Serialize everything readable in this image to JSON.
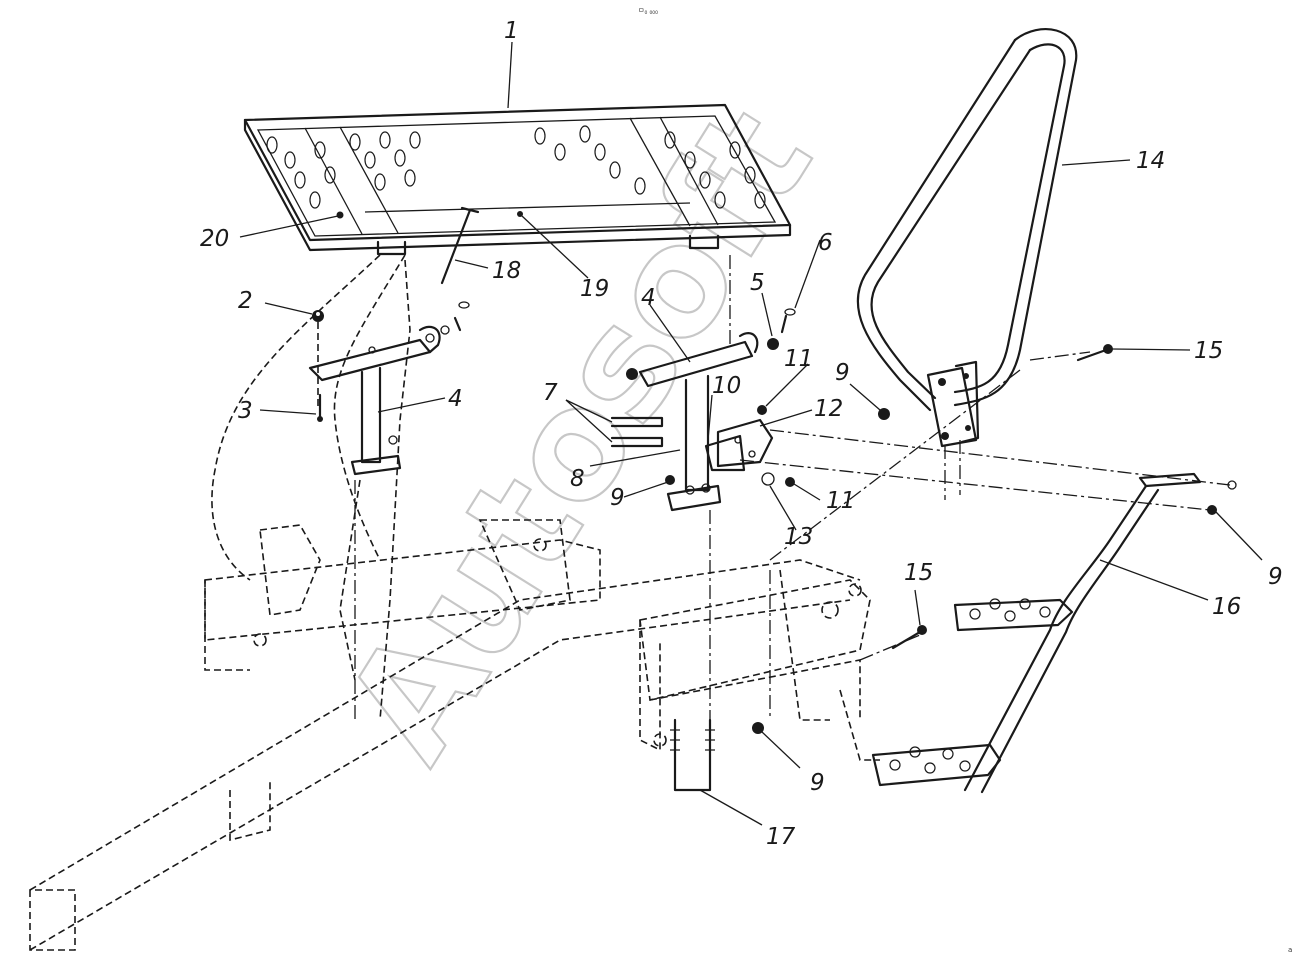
{
  "header": {
    "small_mark": "ᄆ₀ ₀₀₀"
  },
  "watermark": {
    "text": "Autosoft"
  },
  "corner_mark": "a",
  "callouts": [
    {
      "id": "c1",
      "label": "1"
    },
    {
      "id": "c2",
      "label": "2"
    },
    {
      "id": "c3",
      "label": "3"
    },
    {
      "id": "c4a",
      "label": "4"
    },
    {
      "id": "c4b",
      "label": "4"
    },
    {
      "id": "c5",
      "label": "5"
    },
    {
      "id": "c6",
      "label": "6"
    },
    {
      "id": "c7",
      "label": "7"
    },
    {
      "id": "c8",
      "label": "8"
    },
    {
      "id": "c9a",
      "label": "9"
    },
    {
      "id": "c9b",
      "label": "9"
    },
    {
      "id": "c9c",
      "label": "9"
    },
    {
      "id": "c9d",
      "label": "9"
    },
    {
      "id": "c10",
      "label": "10"
    },
    {
      "id": "c11a",
      "label": "11"
    },
    {
      "id": "c11b",
      "label": "11"
    },
    {
      "id": "c12",
      "label": "12"
    },
    {
      "id": "c13",
      "label": "13"
    },
    {
      "id": "c14",
      "label": "14"
    },
    {
      "id": "c15a",
      "label": "15"
    },
    {
      "id": "c15b",
      "label": "15"
    },
    {
      "id": "c16",
      "label": "16"
    },
    {
      "id": "c17",
      "label": "17"
    },
    {
      "id": "c18",
      "label": "18"
    },
    {
      "id": "c19",
      "label": "19"
    },
    {
      "id": "c20",
      "label": "20"
    }
  ]
}
